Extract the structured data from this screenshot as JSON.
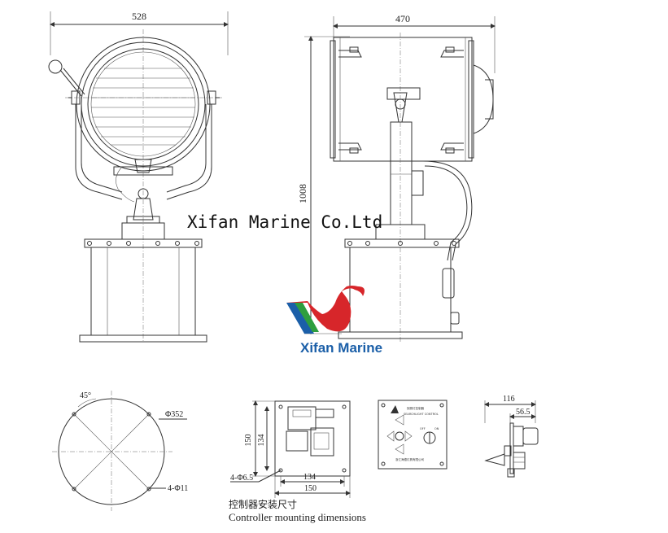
{
  "front_view": {
    "width_label": "528"
  },
  "side_view": {
    "width_label": "470",
    "height_label": "1008"
  },
  "watermark": {
    "text": "Xifan Marine Co.Ltd"
  },
  "logo": {
    "text": "Xifan Marine",
    "color_red": "#d7262a",
    "color_blue": "#1b5fa8",
    "color_green": "#2e9e3e"
  },
  "bolt_circle": {
    "angle_label": "45°",
    "diameter_label": "Φ352",
    "holes_label": "4-Φ11"
  },
  "mounting_plate": {
    "height_outer_label": "150",
    "height_inner_label": "134",
    "holes_label": "4-Φ6.5",
    "width_inner_label": "134",
    "width_outer_label": "150"
  },
  "control_panel": {
    "header": "探照灯控制器",
    "subheader": "SEARCHLIGHT CONTROL",
    "off_label": "OFF",
    "on_label": "ON",
    "footer": "浙江海德灯具有限公司"
  },
  "controller_side": {
    "depth_label": "116",
    "offset_label": "56.5"
  },
  "caption": {
    "chinese": "控制器安装尺寸",
    "english": "Controller mounting dimensions"
  }
}
